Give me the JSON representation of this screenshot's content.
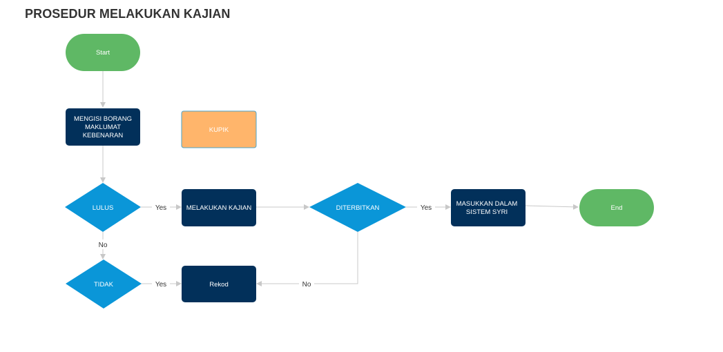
{
  "title": "PROSEDUR MELAKUKAN KAJIAN",
  "colors": {
    "terminal": "#5fb865",
    "process": "#02305a",
    "decision": "#0a96d8",
    "note": "#ffb56b",
    "note_border": "#4aa3c7",
    "edge": "#c8c8c8",
    "text_light": "#ffffff",
    "text_dark": "#333333"
  },
  "nodes": {
    "start": {
      "label": "Start"
    },
    "mengisi": {
      "lines": [
        "MENGISI BORANG",
        "MAKLUMAT",
        "KEBENARAN"
      ]
    },
    "kupik": {
      "label": "KUPIK"
    },
    "lulus": {
      "label": "LULUS"
    },
    "melakukan": {
      "label": "MELAKUKAN KAJIAN"
    },
    "diterbitkan": {
      "label": "DITERBITKAN"
    },
    "masukkan": {
      "lines": [
        "MASUKKAN DALAM",
        "SISTEM SYRI"
      ]
    },
    "end": {
      "label": "End"
    },
    "tidak": {
      "label": "TIDAK"
    },
    "rekod": {
      "label": "Rekod"
    }
  },
  "edges": {
    "lulus_yes": "Yes",
    "lulus_no": "No",
    "diterbitkan_yes": "Yes",
    "diterbitkan_no": "No",
    "tidak_yes": "Yes"
  }
}
